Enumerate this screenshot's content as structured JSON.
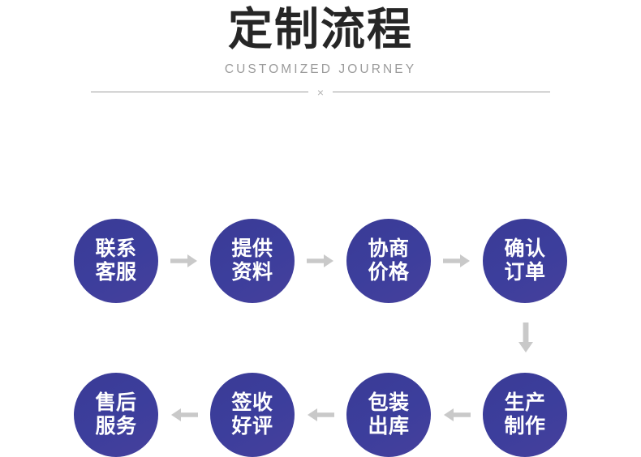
{
  "header": {
    "title": "定制流程",
    "subtitle": "CUSTOMIZED JOURNEY",
    "divider_mark": "×"
  },
  "colors": {
    "node_fill_start": "#3a3b96",
    "node_fill_end": "#46409c",
    "node_text": "#ffffff",
    "title_text": "#262626",
    "subtitle_text": "#9b9b9b",
    "divider_line": "#9e9e9e",
    "arrow": "#c9c9c9",
    "background": "#ffffff"
  },
  "flow": {
    "rows": [
      {
        "direction": "right",
        "nodes": [
          {
            "line1": "联系",
            "line2": "客服"
          },
          {
            "line1": "提供",
            "line2": "资料"
          },
          {
            "line1": "协商",
            "line2": "价格"
          },
          {
            "line1": "确认",
            "line2": "订单"
          }
        ]
      },
      {
        "direction": "left",
        "nodes": [
          {
            "line1": "售后",
            "line2": "服务"
          },
          {
            "line1": "签收",
            "line2": "好评"
          },
          {
            "line1": "包装",
            "line2": "出库"
          },
          {
            "line1": "生产",
            "line2": "制作"
          }
        ]
      }
    ],
    "row_connector": {
      "direction": "down",
      "icon": "arrow-down-icon"
    }
  }
}
